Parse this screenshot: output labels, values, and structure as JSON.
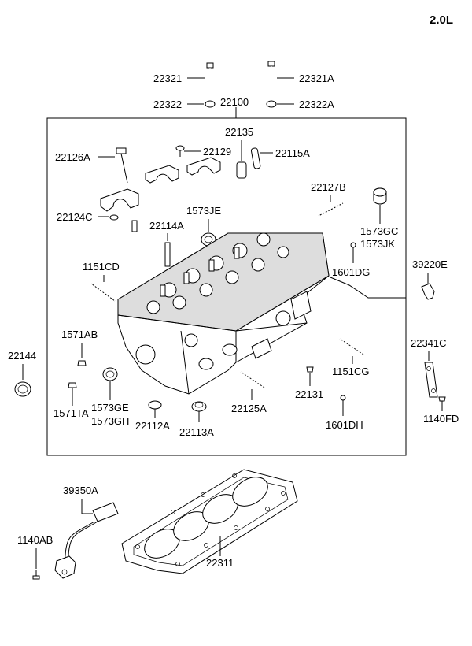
{
  "engine_label": "2.0L",
  "parts": {
    "p22321": "22321",
    "p22321A": "22321A",
    "p22322": "22322",
    "p22100": "22100",
    "p22322A": "22322A",
    "p22135": "22135",
    "p22126A": "22126A",
    "p22129": "22129",
    "p22115A": "22115A",
    "p22127B": "22127B",
    "p22124C": "22124C",
    "p1573JE": "1573JE",
    "p22114A": "22114A",
    "p1573GC": "1573GC",
    "p1573JK": "1573JK",
    "p39220E": "39220E",
    "p1151CD": "1151CD",
    "p1601DG": "1601DG",
    "p1571AB": "1571AB",
    "p22144": "22144",
    "p22341C": "22341C",
    "p1151CG": "1151CG",
    "p22131": "22131",
    "p1571TA": "1571TA",
    "p1573GE": "1573GE",
    "p1573GH": "1573GH",
    "p22112A": "22112A",
    "p22125A": "22125A",
    "p22113A": "22113A",
    "p1601DH": "1601DH",
    "p1140FD": "1140FD",
    "p39350A": "39350A",
    "p1140AB": "1140AB",
    "p22311": "22311"
  }
}
